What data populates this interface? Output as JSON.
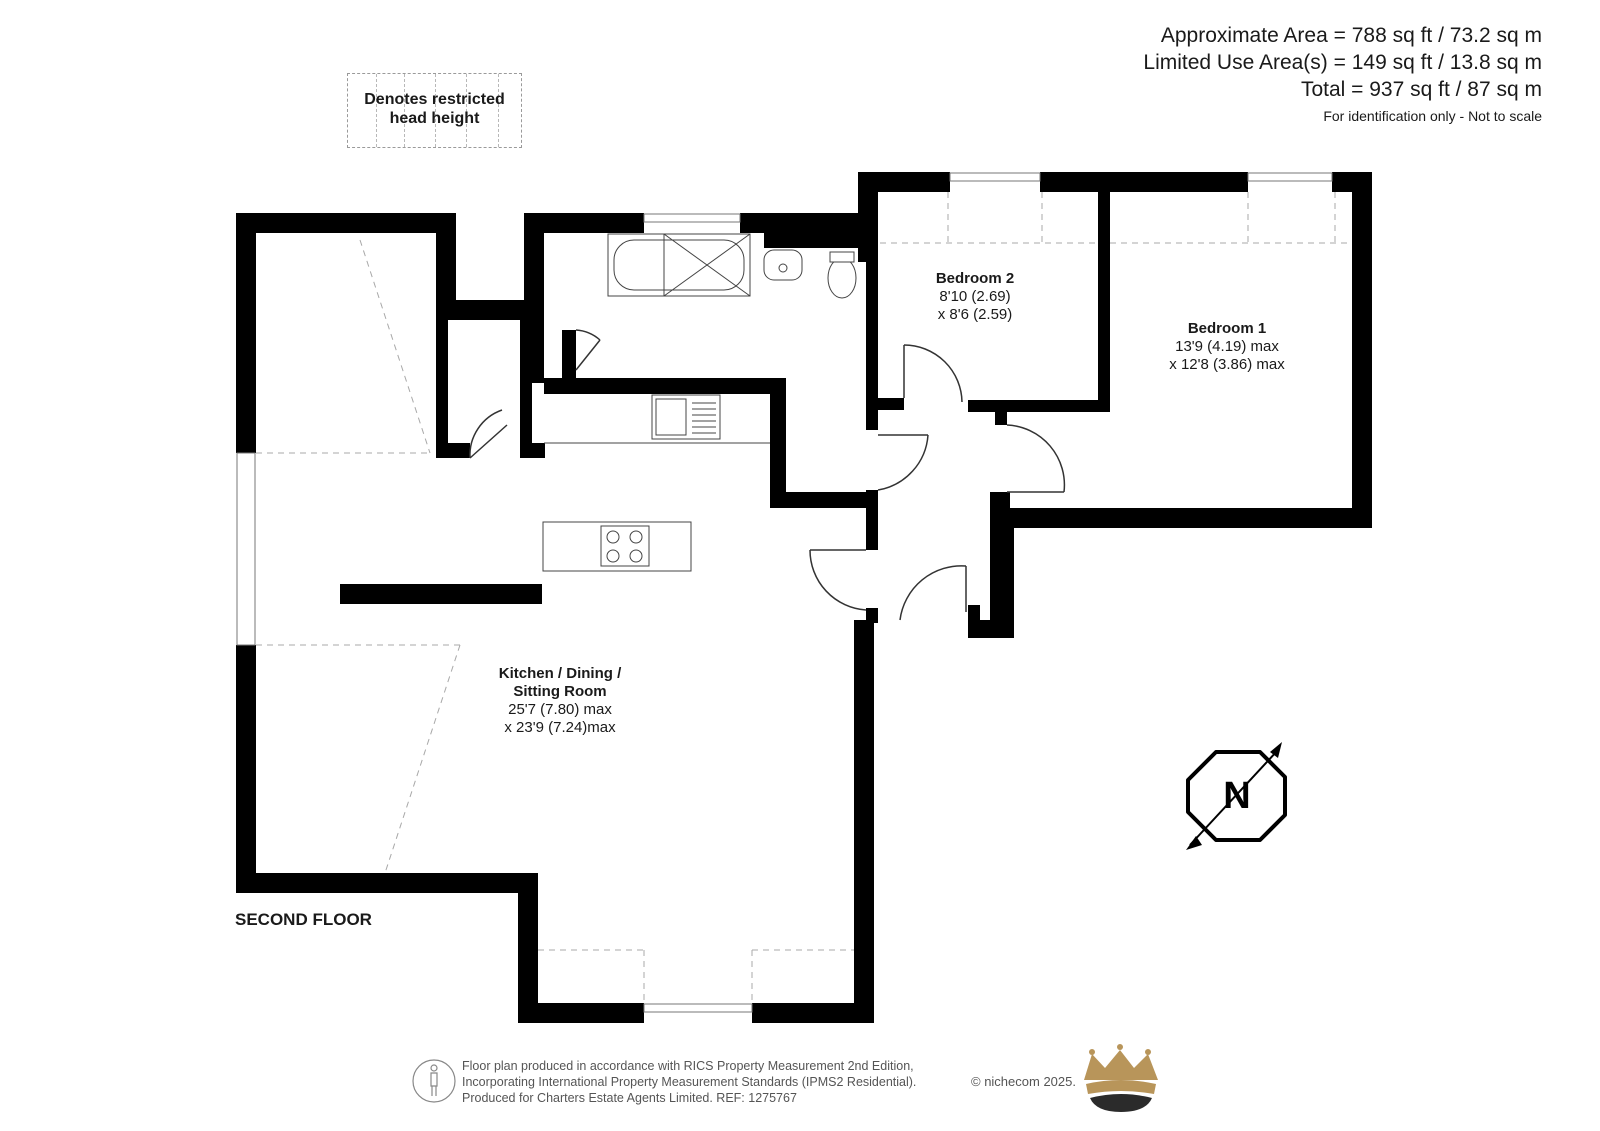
{
  "areas": {
    "approximate": "Approximate Area = 788 sq ft / 73.2 sq m",
    "limited_use": "Limited Use Area(s) = 149 sq ft / 13.8 sq m",
    "total": "Total = 937 sq ft / 87 sq m",
    "note": "For identification only - Not to scale"
  },
  "legend": {
    "line1": "Denotes restricted",
    "line2": "head height"
  },
  "rooms": {
    "bedroom2": {
      "name": "Bedroom 2",
      "dim1": "8'10 (2.69)",
      "dim2": "x 8'6 (2.59)"
    },
    "bedroom1": {
      "name": "Bedroom 1",
      "dim1": "13'9 (4.19) max",
      "dim2": "x 12'8 (3.86) max"
    },
    "kitchen": {
      "name1": "Kitchen / Dining /",
      "name2": "Sitting Room",
      "dim1": "25'7 (7.80) max",
      "dim2": "x 23'9 (7.24)max"
    }
  },
  "floor_label": "SECOND FLOOR",
  "compass": {
    "letter": "N"
  },
  "footer": {
    "line1": "Floor plan produced in accordance with RICS Property Measurement 2nd Edition,",
    "line2": "Incorporating International Property Measurement Standards (IPMS2 Residential).",
    "line3": "Produced for Charters Estate Agents Limited.   REF: 1275767",
    "copyright": "© nichecom 2025."
  },
  "colors": {
    "wall": "#000000",
    "logo_gold": "#b8955a",
    "logo_dark": "#2b2b2b",
    "dashed": "#9a9a9a"
  }
}
